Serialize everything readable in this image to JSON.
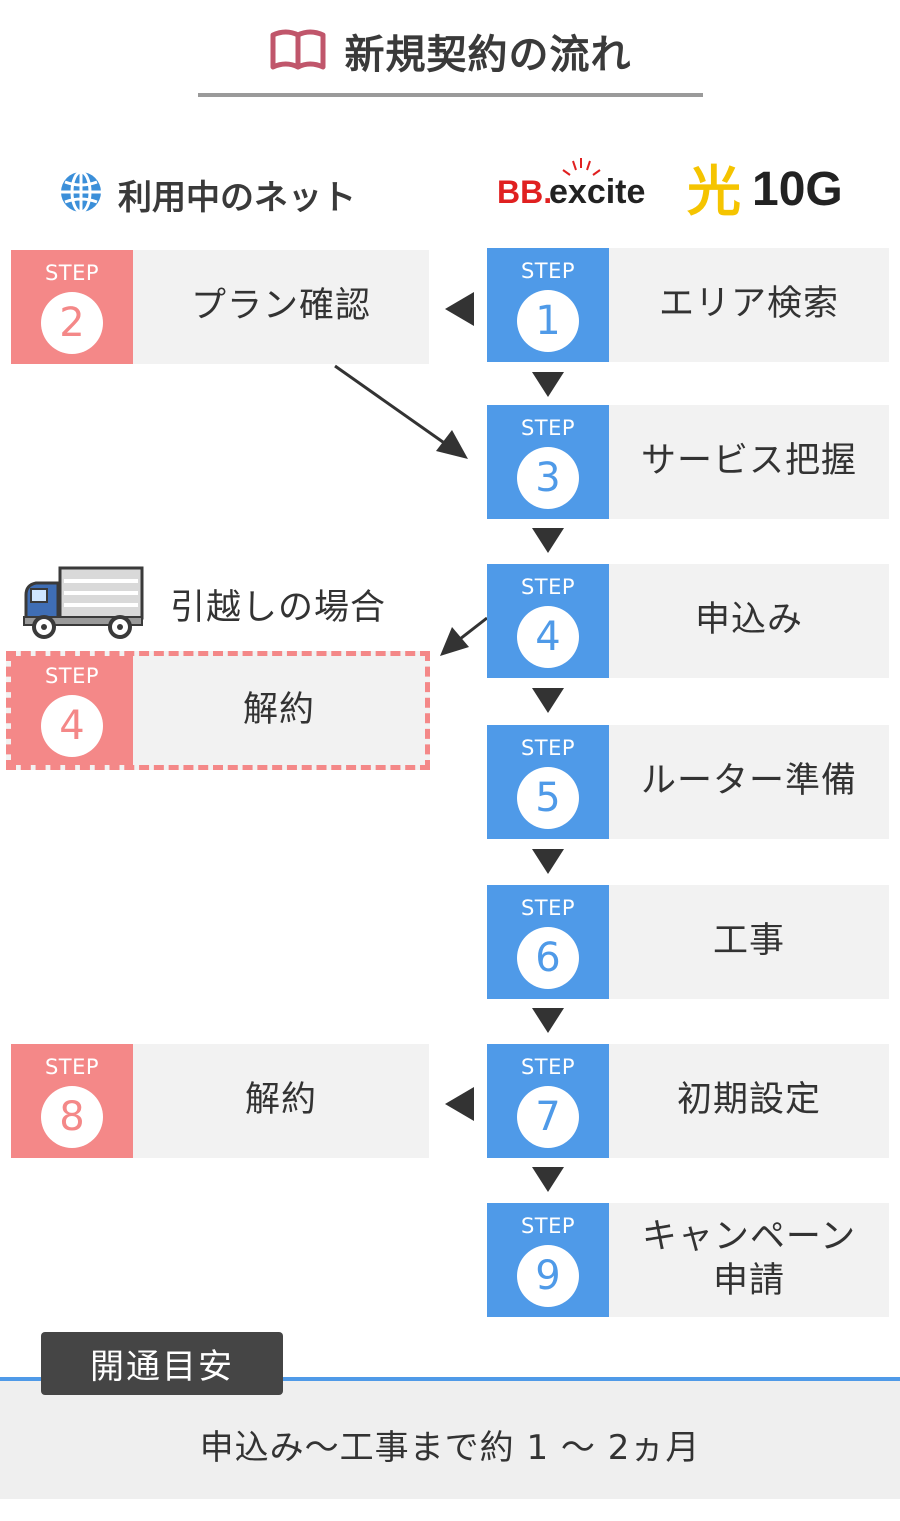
{
  "title": "新規契約の流れ",
  "columns": {
    "current_net": "利用中のネット",
    "brand": {
      "prefix": "BB.",
      "name": "excite",
      "hikari": "光",
      "speed": "10G"
    }
  },
  "step_word": "STEP",
  "steps": {
    "s1": {
      "num": "1",
      "label": "エリア検索"
    },
    "s2": {
      "num": "2",
      "label": "プラン確認"
    },
    "s3": {
      "num": "3",
      "label": "サービス把握"
    },
    "s4": {
      "num": "4",
      "label": "申込み"
    },
    "s4_moving": {
      "num": "4",
      "label": "解約"
    },
    "s5": {
      "num": "5",
      "label": "ルーター準備"
    },
    "s6": {
      "num": "6",
      "label": "工事"
    },
    "s7": {
      "num": "7",
      "label": "初期設定"
    },
    "s8": {
      "num": "8",
      "label": "解約"
    },
    "s9": {
      "num": "9",
      "label_line1": "キャンペーン",
      "label_line2": "申請"
    }
  },
  "moving_case": "引越しの場合",
  "estimate": {
    "tag": "開通目安",
    "text": "申込み～工事まで約 1 ～ 2ヵ月"
  },
  "colors": {
    "blue": "#4f9ae8",
    "pink": "#f48888",
    "card_bg": "#f2f2f2",
    "arrow": "#333333"
  }
}
